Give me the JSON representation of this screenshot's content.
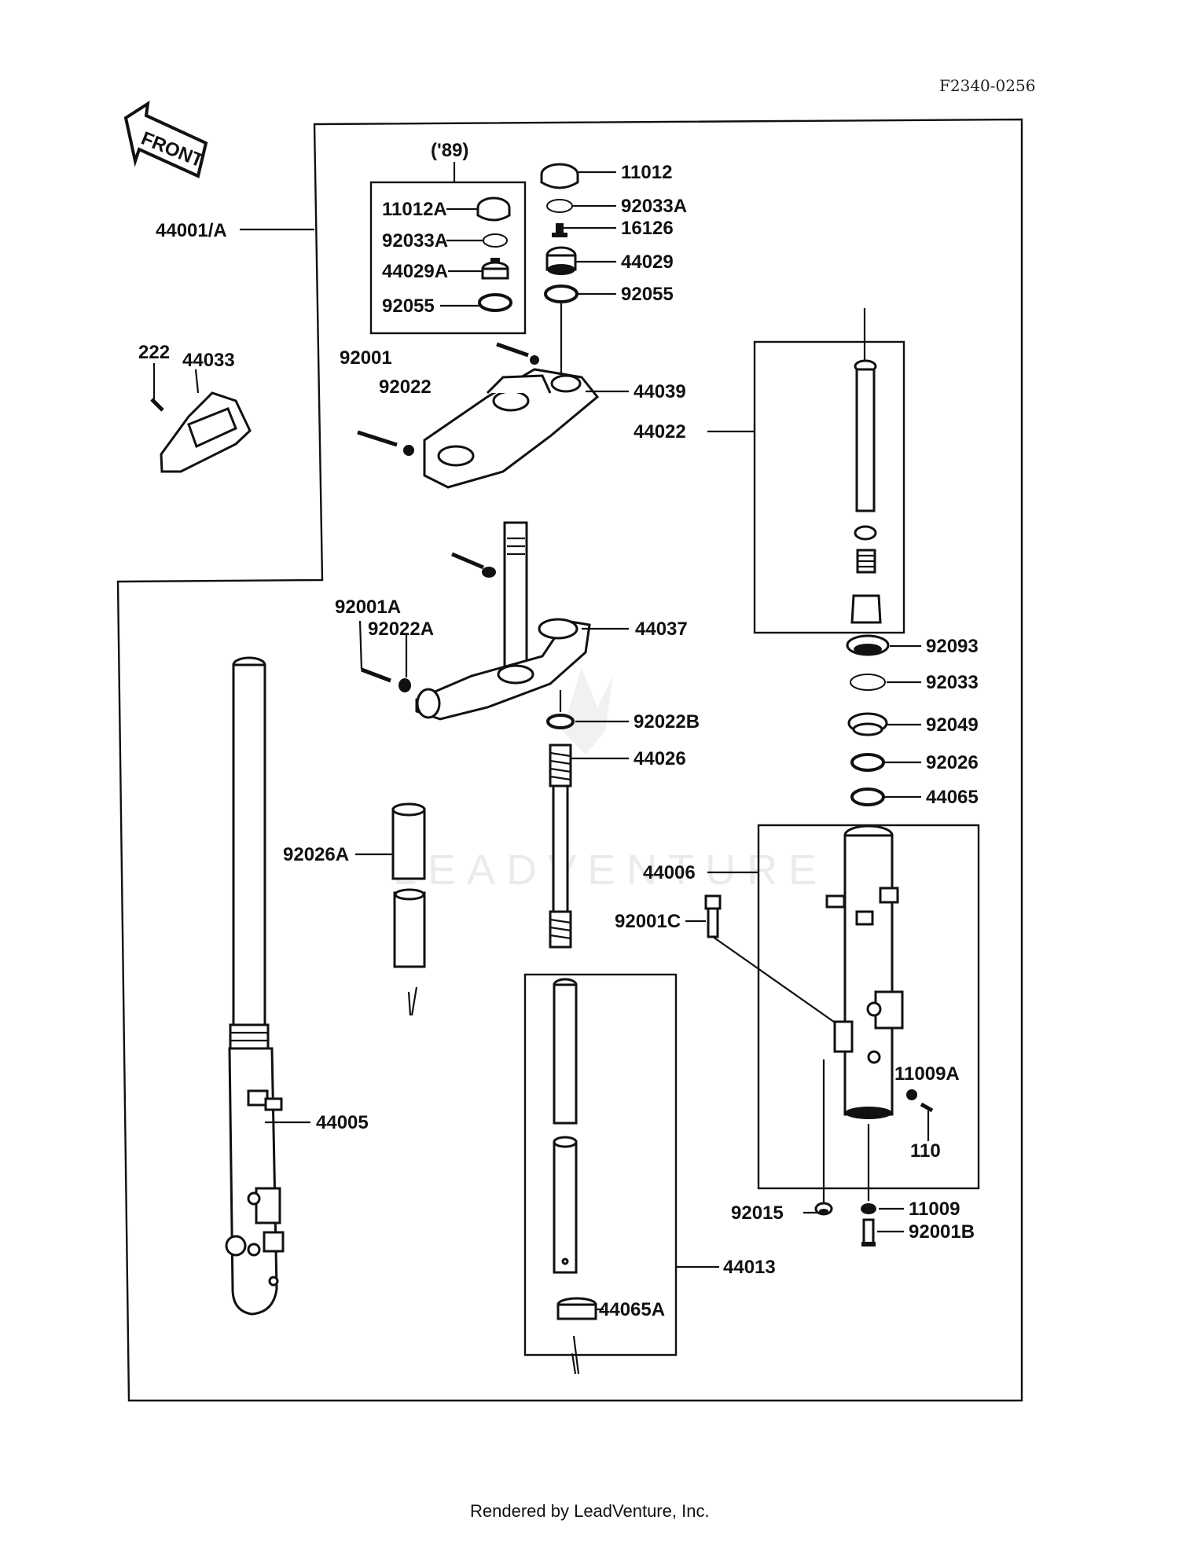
{
  "diagram_code": "F2340-0256",
  "front_label": "FRONT",
  "year_note": "('89)",
  "callouts": {
    "p11012": "11012",
    "p92033A": "92033A",
    "p16126": "16126",
    "p44029": "44029",
    "p92055": "92055",
    "p11012A": "11012A",
    "p92033A_b": "92033A",
    "p44029A": "44029A",
    "p92055_b": "92055",
    "p44001A": "44001/A",
    "p222": "222",
    "p44033": "44033",
    "p92001": "92001",
    "p92022": "92022",
    "p44039": "44039",
    "p44022": "44022",
    "p92001A": "92001A",
    "p92022A": "92022A",
    "p44037": "44037",
    "p92093": "92093",
    "p92033": "92033",
    "p92022B": "92022B",
    "p92049": "92049",
    "p44026": "44026",
    "p92026": "92026",
    "p44065": "44065",
    "p92026A": "92026A",
    "p44006": "44006",
    "p92001C": "92001C",
    "p11009A": "11009A",
    "p110": "110",
    "p44005": "44005",
    "p92015": "92015",
    "p11009": "11009",
    "p92001B": "92001B",
    "p44013": "44013",
    "p44065A": "44065A"
  },
  "footer": "Rendered by LeadVenture, Inc."
}
